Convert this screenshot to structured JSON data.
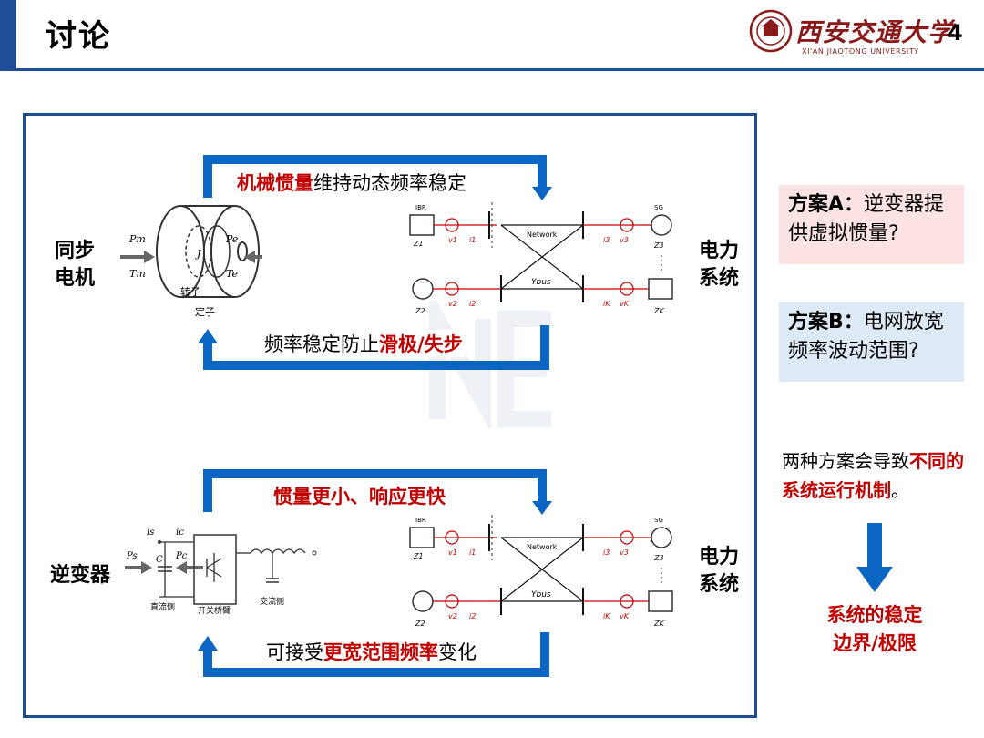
{
  "header": {
    "title": "讨论",
    "page_number": "4",
    "university_cn": "西安交通大学",
    "university_en": "XI'AN JIAOTONG UNIVERSITY"
  },
  "top_panel": {
    "machine_label_line1": "同步",
    "machine_label_line2": "电机",
    "arrow_top_red": "机械惯量",
    "arrow_top_rest": "维持动态频率稳定",
    "arrow_bottom_prefix": "频率稳定防止",
    "arrow_bottom_red": "滑极/失步",
    "grid_label_line1": "电力",
    "grid_label_line2": "系统",
    "machine_sym": {
      "Pm": "Pm",
      "Tm": "Tm",
      "Pe": "Pe",
      "Te": "Te",
      "J": "J",
      "rotor": "转子",
      "stator": "定子"
    }
  },
  "bottom_panel": {
    "inverter_label": "逆变器",
    "arrow_top_red": "惯量更小、响应更快",
    "arrow_bottom_prefix": "可接受",
    "arrow_bottom_red": "更宽范围频率",
    "arrow_bottom_suffix": "变化",
    "grid_label_line1": "电力",
    "grid_label_line2": "系统",
    "inverter_sym": {
      "is": "is",
      "ic": "ic",
      "Ps": "Ps",
      "Pc": "Pc",
      "C": "C",
      "dc_side": "直流侧",
      "bridge": "开关桥臂",
      "ac_side": "交流侧"
    }
  },
  "network": {
    "ibr": "IBR",
    "sg": "SG",
    "network": "Network",
    "ybus": "Ybus",
    "z1": "Z1",
    "z2": "Z2",
    "z3": "Z3",
    "zk": "ZK",
    "v1": "v1",
    "i1": "i1",
    "v2": "v2",
    "i2": "i2",
    "i3": "i3",
    "v3": "v3",
    "ik": "iK",
    "vk": "vK"
  },
  "side": {
    "schemeA_bold": "方案A：",
    "schemeA_text": "逆变器提供虚拟惯量?",
    "schemeB_bold": "方案B：",
    "schemeB_text": "电网放宽频率波动范围?",
    "conclusion_prefix": "两种方案会导致",
    "conclusion_red": "不同的系统运行机制",
    "conclusion_suffix": "。",
    "result_line1": "系统的稳定",
    "result_line2": "边界/极限"
  },
  "colors": {
    "accent_blue": "#1f4e96",
    "arrow_blue": "#0a66c2",
    "red": "#c00000",
    "box_pink": "#fbe3e3",
    "box_blue": "#dde9f5"
  }
}
